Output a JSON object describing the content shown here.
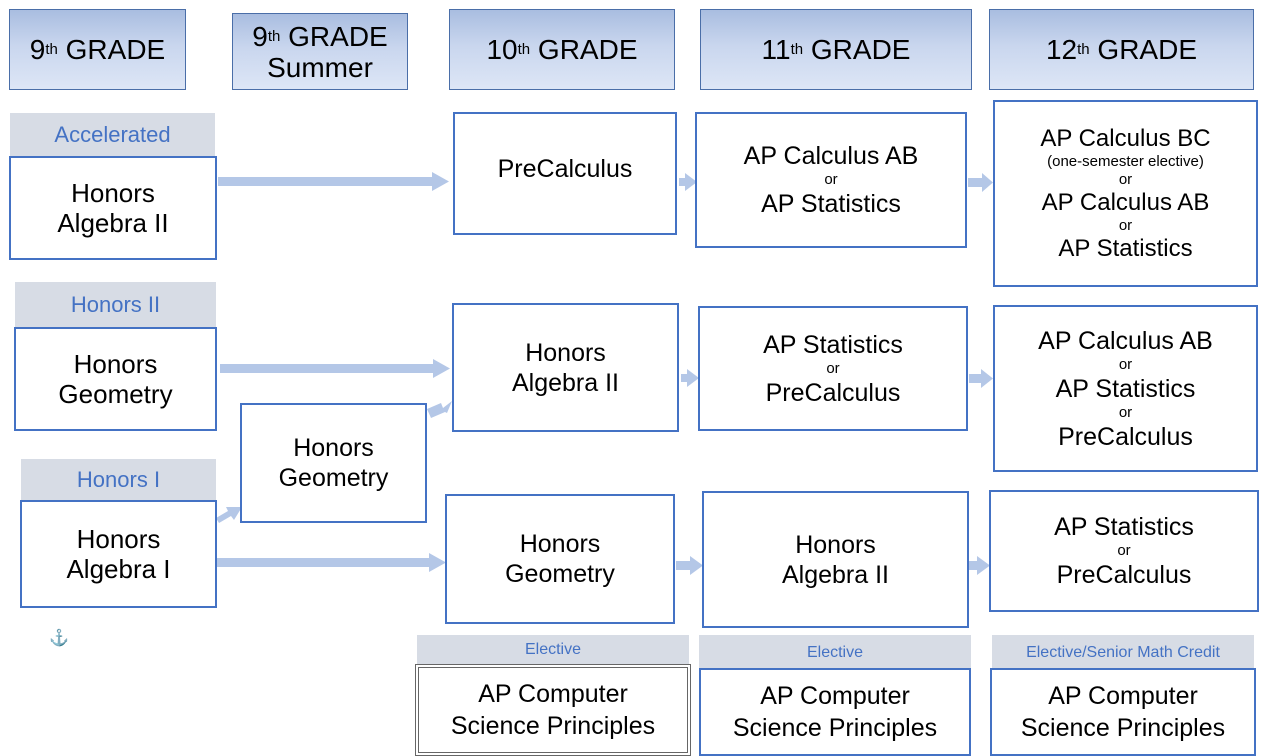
{
  "headers": [
    {
      "num": "9",
      "sup": "th",
      "rest": " GRADE",
      "line2": ""
    },
    {
      "num": "9",
      "sup": "th",
      "rest": " GRADE",
      "line2": "Summer"
    },
    {
      "num": "10",
      "sup": "th",
      "rest": " GRADE",
      "line2": ""
    },
    {
      "num": "11",
      "sup": "th",
      "rest": " GRADE",
      "line2": ""
    },
    {
      "num": "12",
      "sup": "th",
      "rest": " GRADE",
      "line2": ""
    }
  ],
  "tracks": {
    "accelerated": "Accelerated",
    "honors2": "Honors II",
    "honors1": "Honors I"
  },
  "grade9": {
    "accelerated": [
      "Honors",
      "Algebra II"
    ],
    "honors2": [
      "Honors",
      "Geometry"
    ],
    "honors1": [
      "Honors",
      "Algebra I"
    ]
  },
  "summer": [
    "Honors",
    "Geometry"
  ],
  "grade10": {
    "accelerated": "PreCalculus",
    "honors2": [
      "Honors",
      "Algebra II"
    ],
    "honors1": [
      "Honors",
      "Geometry"
    ]
  },
  "grade11": {
    "accelerated": {
      "a": "AP Calculus AB",
      "or": "or",
      "b": "AP Statistics"
    },
    "honors2": {
      "a": "AP Statistics",
      "or": "or",
      "b": "PreCalculus"
    },
    "honors1": [
      "Honors",
      "Algebra II"
    ]
  },
  "grade12": {
    "accelerated": {
      "a": "AP Calculus BC",
      "note": "(one-semester elective)",
      "or1": "or",
      "b": "AP Calculus AB",
      "or2": "or",
      "c": "AP Statistics"
    },
    "honors2": {
      "a": "AP Calculus AB",
      "or1": "or",
      "b": "AP Statistics",
      "or2": "or",
      "c": "PreCalculus"
    },
    "honors1": {
      "a": "AP Statistics",
      "or": "or",
      "b": "PreCalculus"
    }
  },
  "electives": [
    {
      "label": "Elective",
      "course": [
        "AP Computer",
        "Science Principles"
      ]
    },
    {
      "label": "Elective",
      "course": [
        "AP Computer",
        "Science Principles"
      ]
    },
    {
      "label": "Elective/Senior Math Credit",
      "course": [
        "AP Computer",
        "Science Principles"
      ]
    }
  ],
  "icons": {
    "anchor": "anchor-icon"
  },
  "colors": {
    "accent": "#4472c4",
    "arrow": "#b4c7e7",
    "header_fill": "#c9d6ee",
    "label_fill": "#d7dce5"
  }
}
